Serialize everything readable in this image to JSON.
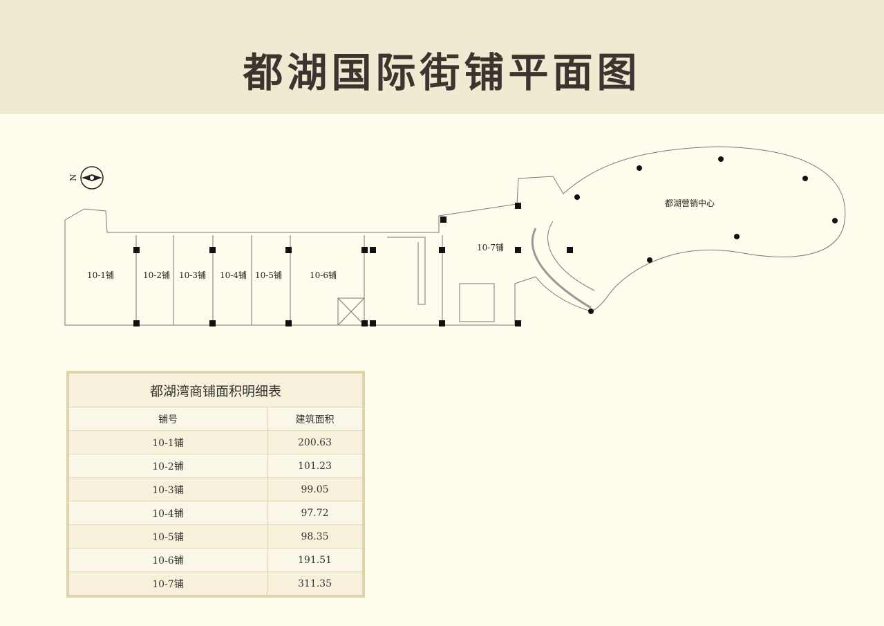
{
  "title": "都湖国际街铺平面图",
  "plan": {
    "north": "N",
    "shops": [
      "10-1铺",
      "10-2铺",
      "10-3铺",
      "10-4铺",
      "10-5铺",
      "10-6铺",
      "10-7铺"
    ],
    "sales_center": "都湖营销中心"
  },
  "table": {
    "caption": "都湖湾商铺面积明细表",
    "headers": [
      "铺号",
      "建筑面积"
    ],
    "rows": [
      [
        "10-1铺",
        "200.63"
      ],
      [
        "10-2铺",
        "101.23"
      ],
      [
        "10-3铺",
        "99.05"
      ],
      [
        "10-4铺",
        "97.72"
      ],
      [
        "10-5铺",
        "98.35"
      ],
      [
        "10-6铺",
        "191.51"
      ],
      [
        "10-7铺",
        "311.35"
      ]
    ]
  }
}
